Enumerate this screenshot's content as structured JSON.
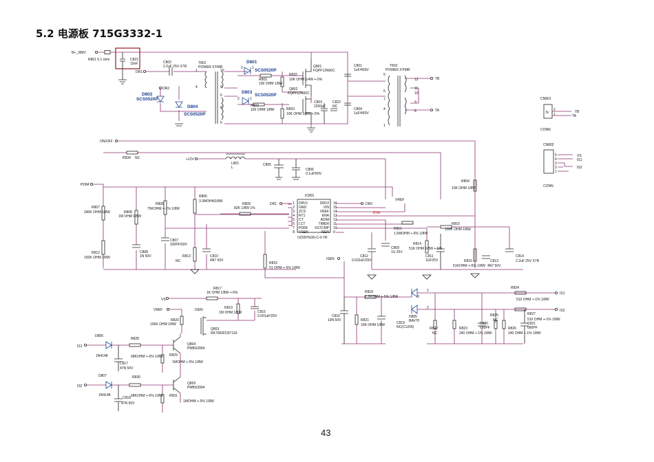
{
  "heading": {
    "section": "5.2",
    "title": "电源板",
    "model": "715G3332-1"
  },
  "page_number": "43",
  "nets": {
    "b_plus": "B+_380V",
    "dr1": "DR1",
    "dr2": "DR2",
    "on_off": "ON/OFF",
    "pdim": "PDIM",
    "p12v": "+12V",
    "tb": "TB",
    "ta": "TA",
    "vref": "VREF",
    "isen": "ISEN",
    "vs": "VS",
    "is1": "IS1",
    "is2": "IS2",
    "ena": "ENA"
  },
  "top": {
    "r801": "R801 0.1 ohm",
    "c821": "C821",
    "c821v": "10nF",
    "c802": "C802",
    "c802v": "2.2uF 25V X7R",
    "t801": "T801",
    "t801v": "POWER X'FMR",
    "d801": "D801",
    "d801v": "SCS0520P",
    "d802": "D802",
    "d802v": "SCS0520P",
    "d803": "D803",
    "d803v": "SCS0520P",
    "d804": "D804",
    "d804v": "SCS0520P",
    "r802": "R802",
    "r802v": "100 OHM 1/8W",
    "r803": "R803",
    "r803v": "100 OHM 1/8W",
    "r832": "R832",
    "r832v": "10K OHM 1/4W +-5%",
    "r833": "R833",
    "r833v": "10K OHM 1/4W +-5%",
    "q801": "Q801",
    "q801v": "FQPF12N60C",
    "q802": "Q802",
    "q802v": "FQPF12N60C",
    "c803": "C803",
    "c803v": "2200pF",
    "c822": "C822",
    "c822v": "NC",
    "c801": "C801",
    "c801v": "1uF/450V",
    "c804": "C804",
    "c804v": "1uF/450V",
    "t802": "T802",
    "t802v": "POWER X'FMR"
  },
  "connectors": {
    "cn801": "CN801",
    "cn801_type": "CONN",
    "cn801_n": "N",
    "cn801_pins": [
      "2",
      "1"
    ],
    "cn802": "CN802",
    "cn802_type": "CONN",
    "cn802_pins": [
      "5",
      "4",
      "3",
      "2",
      "1"
    ],
    "cn802_nets": [
      "VS",
      "IS1",
      "IS2"
    ]
  },
  "middle": {
    "r834": "R834",
    "r834v": "NC",
    "l801": "L801",
    "l801v": "L",
    "c805": "C805",
    "c806": "C806",
    "c806v": "0.1uF/50V",
    "r804": "R804",
    "r804v": "10K OHM 1/8W",
    "r807": "R807",
    "r807v": "240K OHM 1/8W",
    "r808": "R808",
    "r808v": "1M OHM 1/8W",
    "r805": "R805",
    "r805v": "75KOHM +-1% 1/8W",
    "r806": "R806",
    "r806v": "3.3MOHM1/8W",
    "r809": "R809",
    "r809v": "82K 1/8W 1%",
    "r812": "R812",
    "r812v": "150K OHM 1/8W",
    "c808": "C808",
    "c808v": "1N 50V",
    "c807": "C807",
    "c807v": "330PF/50V",
    "r813": "R813",
    "r813v": "NC",
    "c810": "C810",
    "c810v": "4N7 50V",
    "r816": "R816",
    "r816v": "51 OHM +-5% 1/8W",
    "ic801": "IC801",
    "ic801v": "OZ9976GN-C-0-TR",
    "ic_left_pins": [
      {
        "num": "1",
        "name": "DRV1"
      },
      {
        "num": "2",
        "name": "GND"
      },
      {
        "num": "3",
        "name": "ZCS"
      },
      {
        "num": "4",
        "name": "RT1"
      },
      {
        "num": "5",
        "name": "CT"
      },
      {
        "num": "6",
        "name": "LCT"
      },
      {
        "num": "7",
        "name": "PDIM"
      },
      {
        "num": "8",
        "name": "VSEN"
      }
    ],
    "ic_right_pins": [
      {
        "num": "16",
        "name": "DRV2"
      },
      {
        "num": "15",
        "name": "VIN"
      },
      {
        "num": "14",
        "name": "VREF"
      },
      {
        "num": "13",
        "name": "ENA"
      },
      {
        "num": "12",
        "name": "ADIM"
      },
      {
        "num": "11",
        "name": "TIMER"
      },
      {
        "num": "10",
        "name": "SSTCMP"
      },
      {
        "num": "9",
        "name": "ISEN"
      }
    ],
    "r811": "R811",
    "r811v": "1.5MOHM +-5% 1/8W",
    "r810": "R810",
    "r810v": "100K OHM 1/8W",
    "c812": "C812",
    "c812v": "0.022uF/25V",
    "c809": "C809",
    "c809v": "1U 25V",
    "r814": "R814",
    "r814v": "51K OHM 1/8W +-5%",
    "c811": "C811",
    "c811v": "1UF25V",
    "r815": "R815",
    "r815v": "51KOHM +-5% 1/8W",
    "c813": "C813",
    "c813v": "4N7 50V",
    "c814": "C814",
    "c814v": "2.2uF 25V X7R"
  },
  "bottom": {
    "r817": "R817",
    "r817v": "1K OHM 1/8W +-5%",
    "r819": "R819",
    "r819v": "1M OHM 1/8W",
    "c815": "C815",
    "c815v": "0.001uF/25V",
    "r820": "R820",
    "r820v": "100K OHM 1/8W",
    "q803": "Q803",
    "q803v": "RK7002FD5T116",
    "d806": "D806",
    "d806v": "1N4148",
    "r828": "R828",
    "r828v": "68KOHM +-5% 1/8W",
    "q804": "Q804",
    "q804v": "PMBS3904",
    "r829": "R829",
    "r829v": "1MOHM +-5% 1/8W",
    "c817": "C817",
    "c817v": "47N 50V",
    "d807": "D807",
    "d807v": "1N4148",
    "r830": "R830",
    "r830v": "68KOHM +-5% 1/8W",
    "q805": "Q805",
    "q805v": "PMBS3904",
    "r831": "R831",
    "r831v": "1MOHM +-5% 1/8W",
    "c818": "C818",
    "c818v": "47N 50V",
    "r818": "R818",
    "r818v": "1.2KOHM +-5% 1/8W",
    "c816": "C816",
    "c816v": "10N 50V",
    "r821": "R821",
    "r821v": "10K OHM 1/8W",
    "c819": "C819",
    "c819v": "NC(C1206)",
    "d805": "D805",
    "d805v": "BAV70",
    "r822": "R822",
    "r822v": "NC",
    "r823": "R823",
    "r823v": "240 OHM +-1% 1/8W",
    "c820": "C820",
    "c820v": "680PF",
    "r825": "R825",
    "r825v": "NC",
    "r826": "R826",
    "r826v": "240 OHM +-1% 1/8W",
    "c821b": "C821",
    "c821bv": "680PF",
    "r824": "R824",
    "r824v": "510 OHM +-1% 1/8W",
    "r827": "R827",
    "r827v": "510 OHM +-1% 1/8W"
  },
  "colors": {
    "wire": "#8a2f6e",
    "part": "#222222",
    "label_blue": "#1d3f8f",
    "ena_red": "#d0241f",
    "box_red": "#8b1a1a"
  }
}
